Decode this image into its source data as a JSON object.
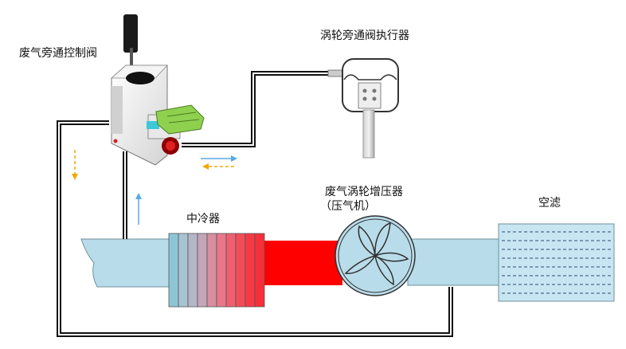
{
  "labels": {
    "wastegate_control_valve": "废气旁通控制阀",
    "turbo_bypass_actuator": "涡轮旁通阀执行器",
    "turbocharger": "废气涡轮增压器",
    "compressor_note": "（压气机）",
    "intercooler": "中冷器",
    "air_filter": "空滤"
  },
  "colors": {
    "duct": "#b9dcea",
    "duct_edge": "#6f8f9c",
    "hot_duct": "#ff0000",
    "hose": "#111111",
    "arrow_blue": "#5aa9e6",
    "arrow_orange": "#f0a800",
    "green_connector": "#8fd14f"
  },
  "intercooler_fins": [
    "#8cc6d6",
    "#a8c4d2",
    "#b3b7c8",
    "#c4a6b8",
    "#d88e9e",
    "#e87888",
    "#ef5f6f",
    "#f44b58",
    "#f53a46",
    "#f5303a"
  ]
}
